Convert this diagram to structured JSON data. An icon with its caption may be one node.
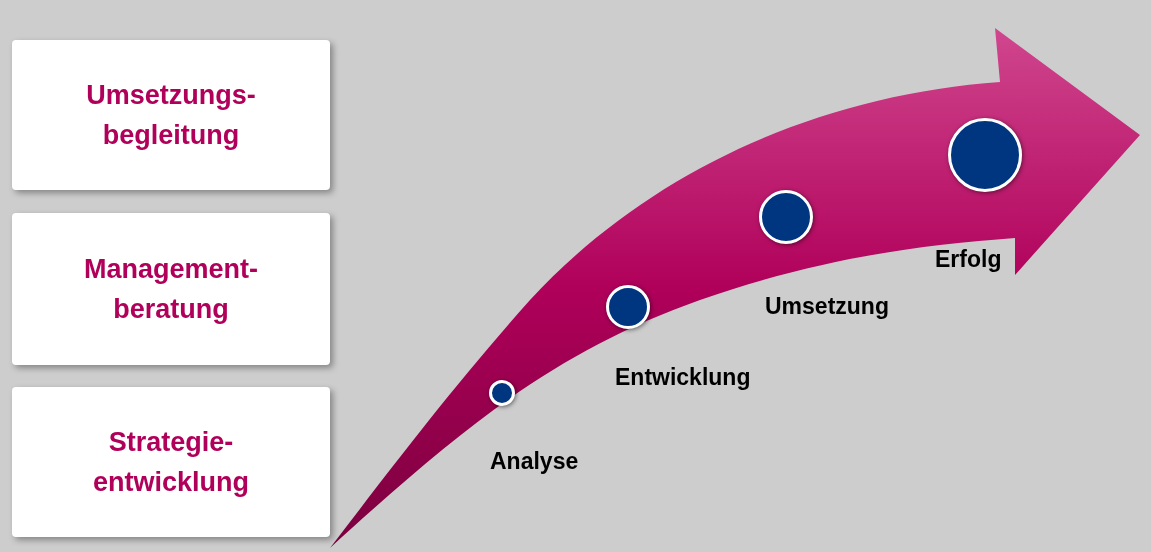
{
  "diagram": {
    "nodes": [
      {
        "text": [
          "Umsetzungs- begleitung"
        ]
      },
      {
        "text": [
          "Management- beratung"
        ]
      },
      {
        "text": [
          "Strategie- entwicklung"
        ]
      },
      {
        "text": [],
        "shape": "circle",
        "beside": [
          "Analyse"
        ]
      },
      {
        "text": [],
        "shape": "circle",
        "beside": [
          "Entwicklung"
        ]
      },
      {
        "text": [],
        "shape": "circle",
        "beside": [
          "Umsetzung"
        ]
      },
      {
        "text": [],
        "shape": "circle",
        "beside": [
          "Erfolg"
        ]
      }
    ]
  }
}
